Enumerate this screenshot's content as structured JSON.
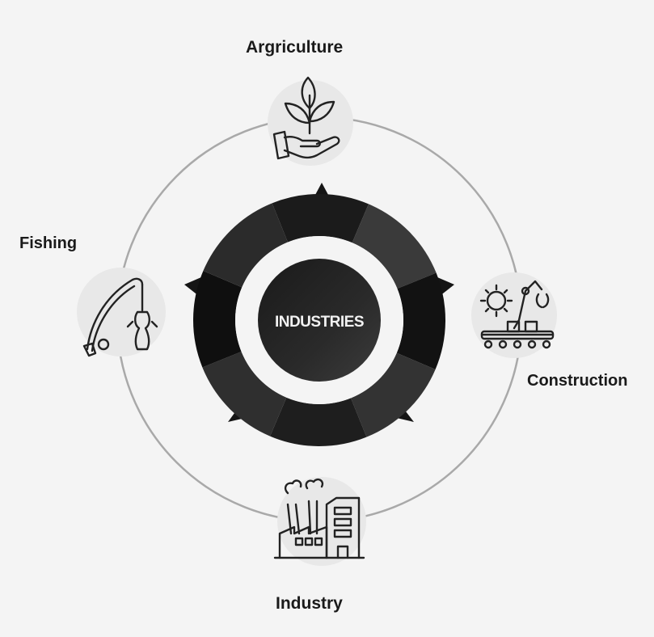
{
  "center": {
    "label": "INDUSTRIES"
  },
  "nodes": [
    {
      "id": "agriculture",
      "label": "Argriculture",
      "icon": "plant-hand-icon"
    },
    {
      "id": "construction",
      "label": "Construction",
      "icon": "robotic-arm-conveyor-icon"
    },
    {
      "id": "industry",
      "label": "Industry",
      "icon": "factory-icon"
    },
    {
      "id": "fishing",
      "label": "Fishing",
      "icon": "fishing-rod-icon"
    }
  ],
  "colors": {
    "background": "#f4f4f4",
    "ring_line": "#a9a9a9",
    "icon_bg": "#e8e8e8",
    "icon_stroke": "#222222",
    "gear_dark": "#1c1c1c",
    "gear_light": "#3a3a3a"
  }
}
